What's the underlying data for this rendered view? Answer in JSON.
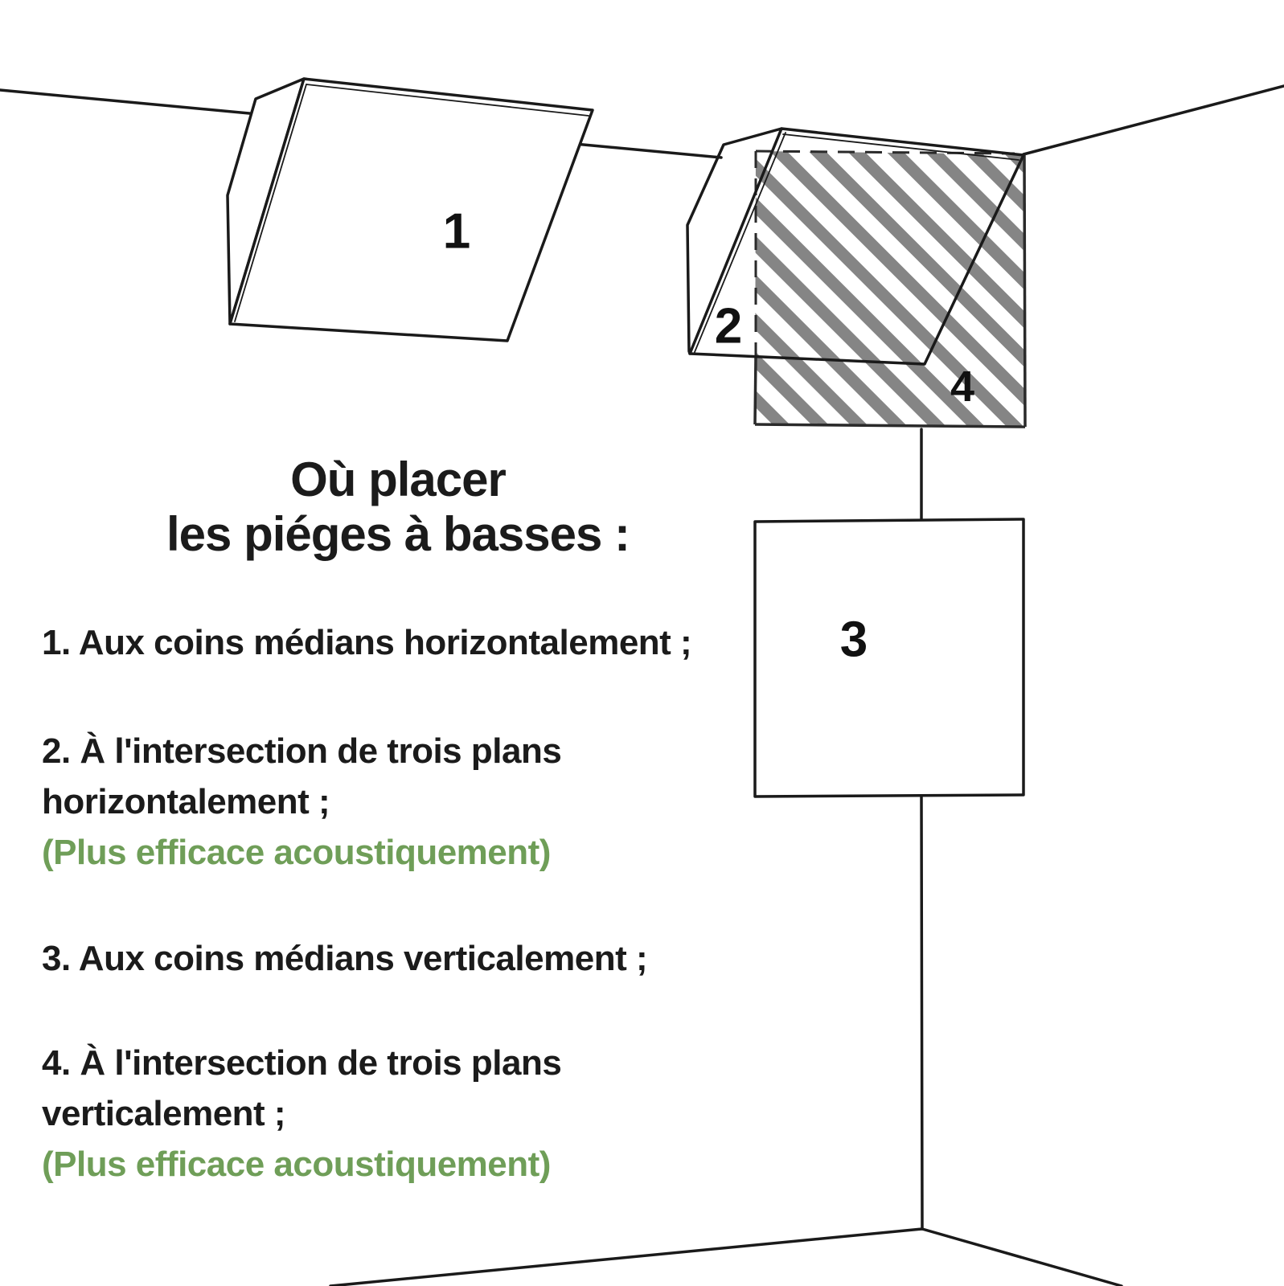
{
  "title": {
    "line1": "Où placer",
    "line2": "les piéges à basses :"
  },
  "items": [
    {
      "line1": "1. Aux coins médians horizontalement ;"
    },
    {
      "line1": "2. À l'intersection de trois plans",
      "line2": "horizontalement ;",
      "note": "(Plus efficace acoustiquement)"
    },
    {
      "line1": "3. Aux coins médians verticalement ;"
    },
    {
      "line1": "4. À l'intersection de trois plans",
      "line2": "verticalement ;",
      "note": "(Plus efficace acoustiquement)"
    }
  ],
  "diagram": {
    "labels": {
      "trap1": "1",
      "trap2": "2",
      "trap3": "3",
      "trap4": "4"
    },
    "legend_meaning": {
      "trap1": "panneau au coin médian horizontal (mur-plafond)",
      "trap2": "panneau à l'intersection de trois plans (horizontal)",
      "trap3": "panneau au coin médian vertical (mur-mur)",
      "trap4": "zone hachurée à l'intersection de trois plans (vertical)"
    }
  },
  "colors": {
    "note_green": "#6f9e58",
    "hatch_gray": "#858585",
    "line_black": "#1a1a1a",
    "background": "#ffffff"
  }
}
